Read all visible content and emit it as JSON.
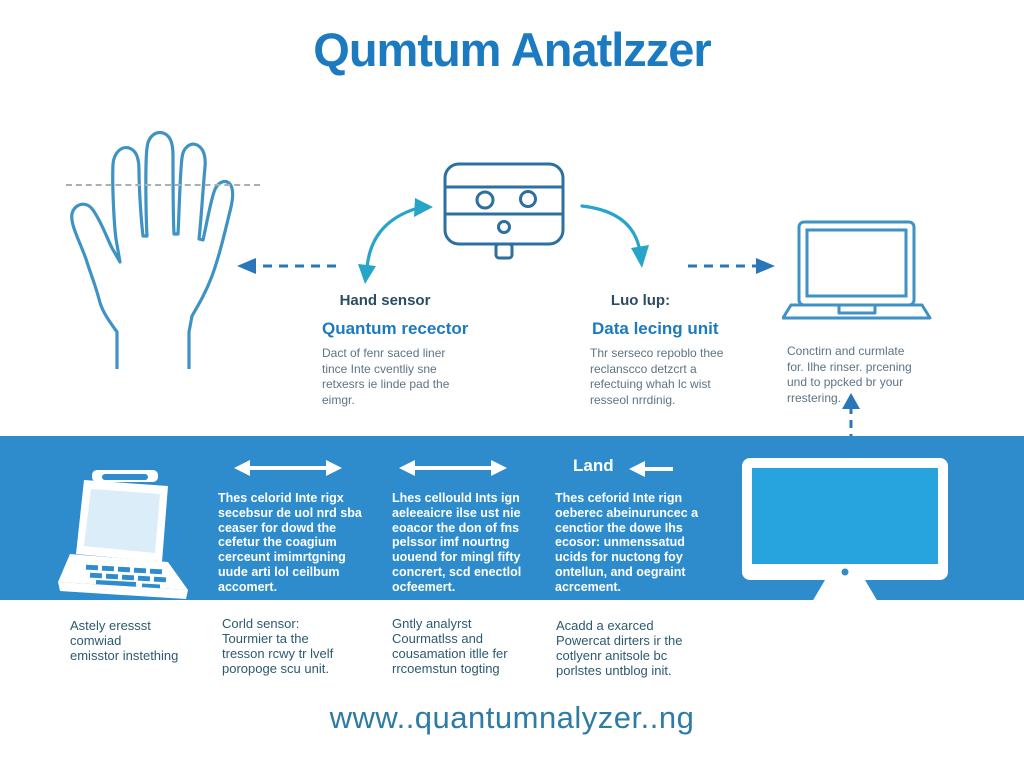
{
  "title": "Qumtum Anatlzzer",
  "flow": {
    "hand": {
      "label": "Hand sensor",
      "subtitle": "Quantum recector",
      "body": "Dact of fenr saced liner\ntince Inte cventliy sne\nretxesrs ie linde pad the\neimgr."
    },
    "device": {
      "label": "Luo lup:",
      "subtitle": "Data lecing unit",
      "body": "Thr serseco repoblo thee\nreclanscco detzcrt a\nrefectuing whah lc wist\nresseol nrrdinig."
    },
    "laptop": {
      "body": "Conctirn and curmlate\nfor. Ilhe rinser. prcening\nund to ppcked br your\nrrestering."
    }
  },
  "band": {
    "land_label": "Land",
    "columns": [
      "Thes celorid Inte rigx\nsecebsur de uol nrd sba\nceaser for dowd the\ncefetur the coagium\ncerceunt imimrtgning\nuude arti lol ceilbum\naccomert.",
      "Lhes cellould Ints ign\naeleeaicre ilse ust nie\neoacor the don of fns\npelssor imf nourtng\nuouend for mingl fifty\nconcrert, scd enectlol\nocfeemert.",
      "Thes ceforid Inte rign\noeberec abeinuruncec a\ncenctior the dowe Ihs\necosor: unmenssatud\nucids for nuctong foy\nontellun, and oegraint\nacrcement."
    ]
  },
  "footnotes": [
    "Astely eressst\ncomwiad\nemisstor instething",
    "Corld sensor:\nTourmier ta the\ntresson rcwy tr lvelf\nporopoge scu unit.",
    "Gntly analyrst\nCourmatlss and\ncousamation itlle fer\nrrcoemstun togting",
    "Acadd a exarced\nPowercat dirters ir the\ncotlyenr anitsole bc\nporlstes untblog init."
  ],
  "website": "www..quantumnalyzer..ng",
  "icons": [
    "hand-outline-icon",
    "quantum-sensor-icon",
    "laptop-outline-icon",
    "portable-computer-icon",
    "desktop-monitor-icon"
  ],
  "colors": {
    "title_blue": "#1c7ac0",
    "band_blue": "#2e8ccd",
    "monitor_screen_blue": "#27a4dd",
    "outline_stroke": "#3e92c4",
    "dashed_arrow": "#2b76ba",
    "curved_arrow": "#27a5c9",
    "dark_heading": "#2b4d63",
    "body_gray": "#5d7483",
    "footer_text": "#2c5a6e",
    "url_text": "#2e7ba5"
  }
}
